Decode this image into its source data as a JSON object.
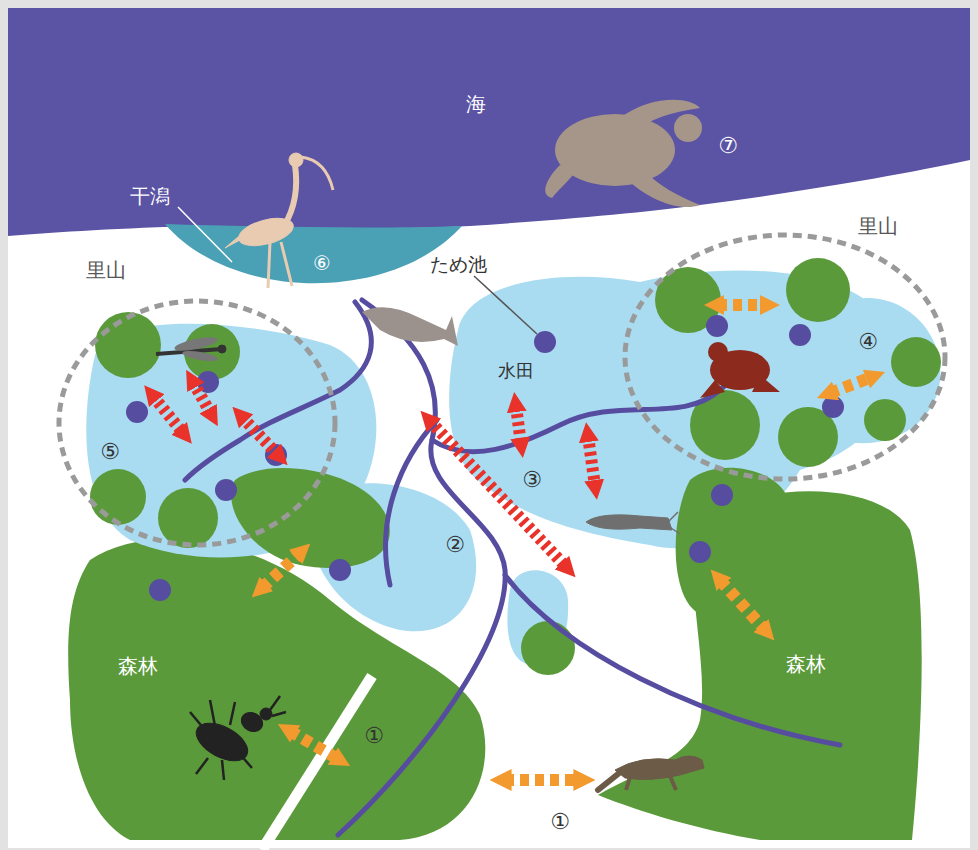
{
  "diagram": {
    "nodes": [
      {
        "text": [
          "海"
        ]
      },
      {
        "text": [
          "里山"
        ]
      },
      {
        "text": [
          "里山"
        ]
      },
      {
        "text": [
          "水田"
        ]
      },
      {
        "text": [
          "森林"
        ]
      },
      {
        "text": [
          "森林"
        ]
      }
    ],
    "edges": [
      {
        "from": 4,
        "to": 5,
        "arrow": "both"
      }
    ],
    "labels": [
      "⑦",
      "干潟",
      "⑥",
      "ため池",
      "④",
      "⑤",
      "③",
      "②",
      "①",
      "①"
    ]
  }
}
